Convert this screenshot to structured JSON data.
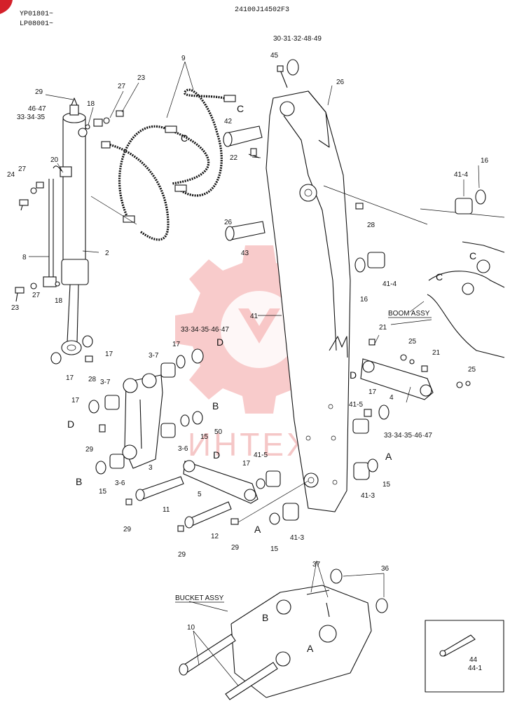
{
  "header": {
    "serial_1": "YP01801~",
    "serial_2": "LP08001~",
    "diagram_code": "24100J14502F3"
  },
  "watermark": {
    "text": "ИНТЕХ",
    "color": "#f3a0a0"
  },
  "callouts": {
    "c9": "9",
    "c23a": "23",
    "c27a": "27",
    "c29": "29",
    "c46_47": "46·47",
    "c33_35a": "33·34·35",
    "c18a": "18",
    "c20": "20",
    "c24": "24",
    "c27b": "27",
    "c8": "8",
    "c2": "2",
    "c23b": "23",
    "c27c": "27",
    "c18b": "18",
    "c17a": "17",
    "c17b": "17",
    "c28a": "28",
    "c3_7a": "3-7",
    "c17c": "17",
    "c3_7b": "3-7",
    "c17d": "17",
    "c33_47": "33·34·35·46·47",
    "c29b": "29",
    "c3_6a": "3-6",
    "c15a": "15",
    "c50": "50",
    "c3": "3",
    "c3_6b": "3-6",
    "c11": "11",
    "c29c": "29",
    "c5": "5",
    "c17e": "17",
    "c41_5a": "41-5",
    "c12": "12",
    "c29d": "29",
    "c15b": "15",
    "c41_3a": "41-3",
    "c30_49": "30·31·32·48·49",
    "c45": "45",
    "c26a": "26",
    "c42": "42",
    "c22": "22",
    "c26b": "26",
    "c43": "43",
    "c28b": "28",
    "c41": "41",
    "c16a": "16",
    "c41_4a": "41-4",
    "c16b": "16",
    "c41_4b": "41-4",
    "c21a": "21",
    "c25a": "25",
    "c21b": "21",
    "c25b": "25",
    "c4": "4",
    "c17f": "17",
    "c41_5b": "41-5",
    "c33_47b": "33·34·35·46·47",
    "c15c": "15",
    "c41_3b": "41-3",
    "c37": "37",
    "c36": "36",
    "c10": "10",
    "c44": "44",
    "c44_1": "44-1"
  },
  "refs": {
    "C1": "C",
    "C2": "C",
    "C3": "C",
    "C4": "C",
    "D1": "D",
    "D2": "D",
    "D3": "D",
    "D4": "D",
    "B1": "B",
    "B2": "B",
    "B3": "B",
    "A1": "A",
    "A2": "A",
    "A3": "A"
  },
  "assy_labels": {
    "boom": "BOOM ASSY",
    "bucket": "BUCKET ASSY"
  }
}
